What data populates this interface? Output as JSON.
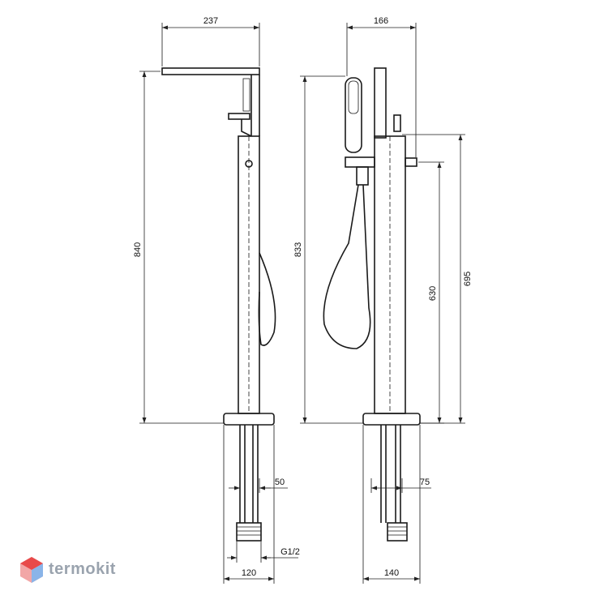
{
  "dimensions": {
    "spout_reach": "237",
    "side_width": "166",
    "total_height_front": "840",
    "total_height_side": "833",
    "shower_holder_height": "630",
    "handle_height": "695",
    "pipe_spacing_front": "50",
    "pipe_spacing_side": "75",
    "thread_size": "G1/2",
    "base_width_front": "120",
    "base_width_side": "140"
  },
  "logo": {
    "text": "termokit",
    "colors": [
      "#e84a4a",
      "#8ab4e8",
      "#f2a6a6"
    ]
  }
}
